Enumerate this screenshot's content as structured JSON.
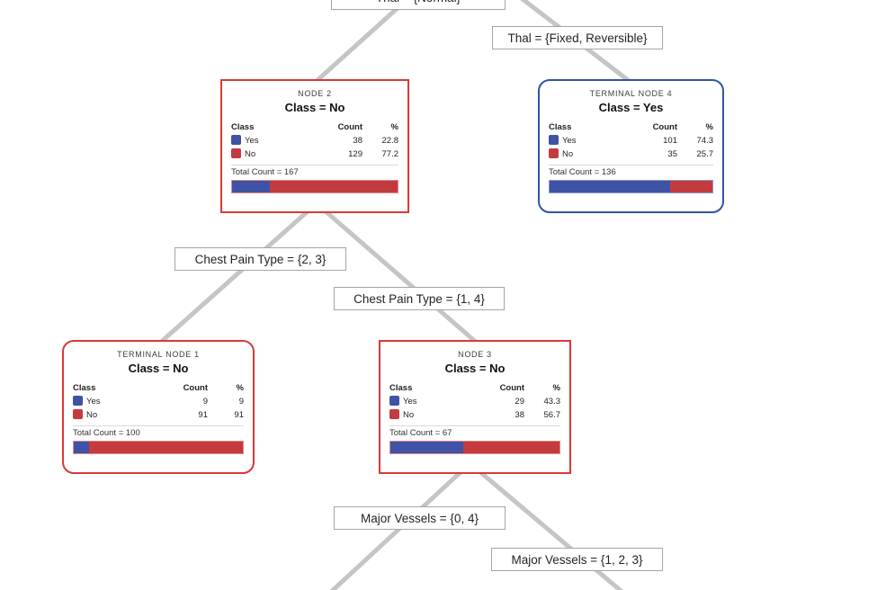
{
  "root": {
    "label": "Thal = {Normal}"
  },
  "edges": [
    {
      "label": "Thal = {Fixed, Reversible}"
    },
    {
      "label": "Chest Pain Type = {2, 3}"
    },
    {
      "label": "Chest Pain Type = {1, 4}"
    },
    {
      "label": "Major Vessels = {0, 4}"
    },
    {
      "label": "Major Vessels = {1, 2, 3}"
    }
  ],
  "table_headers": {
    "class": "Class",
    "count": "Count",
    "pct": "%"
  },
  "nodes": [
    {
      "title": "NODE 2",
      "class_assignment": "Class = No",
      "rows": [
        {
          "name": "Yes",
          "count": "38",
          "pct": "22.8"
        },
        {
          "name": "No",
          "count": "129",
          "pct": "77.2"
        }
      ],
      "total": "Total Count = 167",
      "bar": {
        "yes": 22.8,
        "no": 77.2
      }
    },
    {
      "title": "TERMINAL NODE 4",
      "class_assignment": "Class = Yes",
      "rows": [
        {
          "name": "Yes",
          "count": "101",
          "pct": "74.3"
        },
        {
          "name": "No",
          "count": "35",
          "pct": "25.7"
        }
      ],
      "total": "Total Count = 136",
      "bar": {
        "yes": 74.3,
        "no": 25.7
      }
    },
    {
      "title": "TERMINAL NODE 1",
      "class_assignment": "Class = No",
      "rows": [
        {
          "name": "Yes",
          "count": "9",
          "pct": "9"
        },
        {
          "name": "No",
          "count": "91",
          "pct": "91"
        }
      ],
      "total": "Total Count = 100",
      "bar": {
        "yes": 9,
        "no": 91
      }
    },
    {
      "title": "NODE 3",
      "class_assignment": "Class = No",
      "rows": [
        {
          "name": "Yes",
          "count": "29",
          "pct": "43.3"
        },
        {
          "name": "No",
          "count": "38",
          "pct": "56.7"
        }
      ],
      "total": "Total Count = 67",
      "bar": {
        "yes": 43.3,
        "no": 56.7
      }
    }
  ],
  "colors": {
    "yes_blue": "#3E53A5",
    "no_red": "#C43B3F",
    "internal_node_border": "#D93A35",
    "terminal_yes_border": "#2E55A8",
    "connector_gray": "#C5C5C5"
  }
}
